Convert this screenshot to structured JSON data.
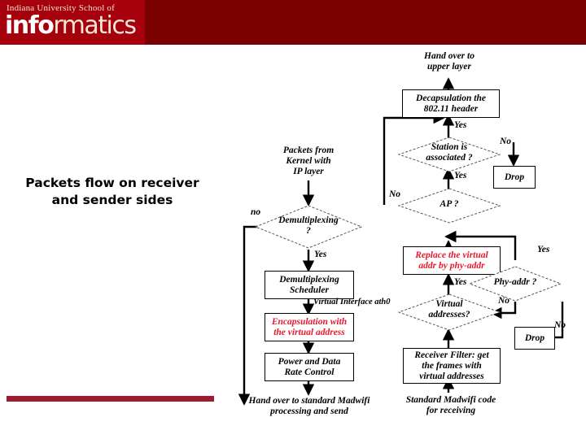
{
  "slide": {
    "title_line1": "Packets flow on receiver",
    "title_line2": "and sender sides",
    "accent_color": "#9b1b30",
    "header_color": "#7b0000",
    "logo_panel_color": "#a5000b",
    "red_text_color": "#e8192c"
  },
  "header": {
    "logo_tagline": "Indiana University School of",
    "logo_word_bold": "info",
    "logo_word_light": "rmatics"
  },
  "diagram": {
    "nodes": [
      {
        "id": "hand-over-upper-layer",
        "text": "Hand over to\nupper layer",
        "boxed": false,
        "red": false
      },
      {
        "id": "decapsulation-80211-header",
        "text": "Decapsulation the\n802.11 header",
        "boxed": true,
        "red": false
      },
      {
        "id": "station-associated",
        "text": "Station is\nassociated ?",
        "shape": "diamond",
        "red": false
      },
      {
        "id": "drop-upper",
        "text": "Drop",
        "boxed": true,
        "red": false
      },
      {
        "id": "ap-decision",
        "text": "AP ?",
        "shape": "diamond",
        "red": false
      },
      {
        "id": "replace-virtual-addr",
        "text": "Replace the virtual\naddr by phy-addr",
        "boxed": true,
        "red": true
      },
      {
        "id": "phy-addr-decision",
        "text": "Phy-addr ?",
        "shape": "diamond",
        "red": false
      },
      {
        "id": "virtual-addresses-decision",
        "text": "Virtual\naddresses?",
        "shape": "diamond",
        "red": false
      },
      {
        "id": "drop-lower",
        "text": "Drop",
        "boxed": true,
        "red": false
      },
      {
        "id": "receiver-filter",
        "text": "Receiver Filter: get\nthe frames with\nvirtual addresses",
        "boxed": true,
        "red": false
      },
      {
        "id": "standard-madwifi-receiving",
        "text": "Standard Madwifi code\nfor receiving",
        "boxed": false,
        "red": false
      },
      {
        "id": "packets-from-kernel",
        "text": "Packets from\nKernel with\nIP layer",
        "boxed": false,
        "red": false
      },
      {
        "id": "demultiplexing-decision",
        "text": "Demultiplexing\n?",
        "shape": "diamond",
        "red": false
      },
      {
        "id": "demultiplexing-scheduler",
        "text": "Demultiplexing\nScheduler",
        "boxed": true,
        "red": false
      },
      {
        "id": "encapsulation-virtual-address",
        "text": "Encapsulation with\nthe virtual address",
        "boxed": true,
        "red": true
      },
      {
        "id": "power-data-rate-control",
        "text": "Power and Data\nRate Control",
        "boxed": true,
        "red": false
      },
      {
        "id": "hand-over-madwifi-send",
        "text": "Hand over to standard Madwifi\nprocessing and send",
        "boxed": false,
        "red": false
      }
    ],
    "edge_labels": [
      {
        "id": "yes-decapsulation",
        "text": "Yes"
      },
      {
        "id": "no-station-associated",
        "text": "No"
      },
      {
        "id": "yes-station-associated",
        "text": "Yes"
      },
      {
        "id": "no-ap",
        "text": "No"
      },
      {
        "id": "yes-phy-addr",
        "text": "Yes"
      },
      {
        "id": "no-phy-addr",
        "text": "No"
      },
      {
        "id": "yes-virtual-addresses",
        "text": "Yes"
      },
      {
        "id": "no-drop-lower",
        "text": "No"
      },
      {
        "id": "no-demultiplexing",
        "text": "no"
      },
      {
        "id": "yes-demultiplexing",
        "text": "Yes"
      },
      {
        "id": "virtual-interface-ath0",
        "text": "Virtual Interface ath0"
      }
    ],
    "labels": {
      "hand_over_upper_layer": "Hand over to\nupper layer",
      "decapsulation": "Decapsulation the\n802.11 header",
      "station_associated": "Station is\nassociated ?",
      "drop_upper": "Drop",
      "ap": "AP ?",
      "replace_virtual": "Replace the virtual\naddr by phy-addr",
      "phy_addr": "Phy-addr ?",
      "virtual_addresses": "Virtual\naddresses?",
      "drop_lower": "Drop",
      "receiver_filter": "Receiver Filter: get\nthe frames with\nvirtual addresses",
      "standard_madwifi": "Standard Madwifi code\nfor receiving",
      "packets_from_kernel": "Packets from\nKernel with\nIP layer",
      "demultiplexing": "Demultiplexing\n?",
      "demux_scheduler": "Demultiplexing\nScheduler",
      "encapsulation": "Encapsulation with\nthe virtual address",
      "power_rate": "Power and Data\nRate Control",
      "hand_over_send": "Hand over to standard Madwifi\nprocessing and send",
      "yes1": "Yes",
      "no1": "No",
      "yes2": "Yes",
      "no2": "No",
      "yes3": "Yes",
      "no3": "No",
      "yes4": "Yes",
      "no4": "No",
      "no5": "no",
      "yes5": "Yes",
      "virtual_interface": "Virtual Interface ath0"
    }
  }
}
